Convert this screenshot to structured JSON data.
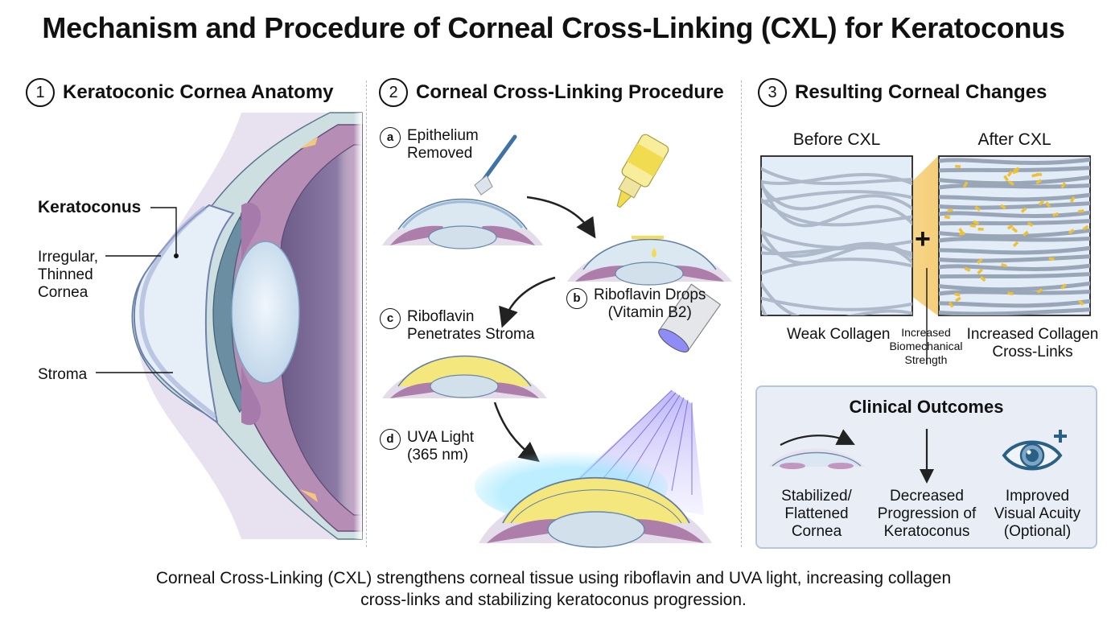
{
  "title": "Mechanism and Procedure of Corneal Cross-Linking (CXL) for Keratoconus",
  "sections": [
    {
      "number": "1",
      "title": "Keratoconic Cornea Anatomy",
      "labels": {
        "keratoconus": "Keratoconus",
        "thinned_line1": "Irregular,",
        "thinned_line2": "Thinned",
        "thinned_line3": "Cornea",
        "stroma": "Stroma"
      }
    },
    {
      "number": "2",
      "title": "Corneal Cross-Linking Procedure",
      "steps": [
        {
          "letter": "a",
          "line1": "Epithelium",
          "line2": "Removed"
        },
        {
          "letter": "b",
          "line1": "Riboflavin Drops",
          "line2": "(Vitamin B2)"
        },
        {
          "letter": "c",
          "line1": "Riboflavin",
          "line2": "Penetrates Stroma"
        },
        {
          "letter": "d",
          "line1": "UVA Light",
          "line2": "(365 nm)"
        }
      ]
    },
    {
      "number": "3",
      "title": "Resulting Corneal Changes",
      "before_label": "Before CXL",
      "after_label": "After CXL",
      "before_caption": "Weak Collagen",
      "after_caption_line1": "Increased Collagen",
      "after_caption_line2": "Cross-Links",
      "middle_caption_line1": "Increased",
      "middle_caption_line2": "Biomechanical",
      "middle_caption_line3": "Strength",
      "plus_symbol": "+"
    }
  ],
  "outcomes": {
    "title": "Clinical Outcomes",
    "items": [
      {
        "icon": "flattened-cornea-icon",
        "line1": "Stabilized/",
        "line2": "Flattened",
        "line3": "Cornea"
      },
      {
        "icon": "down-arrow-icon",
        "line1": "Decreased",
        "line2": "Progression of",
        "line3": "Keratoconus"
      },
      {
        "icon": "eye-plus-icon",
        "line1": "Improved",
        "line2": "Visual Acuity",
        "line3": "(Optional)"
      }
    ]
  },
  "caption_line1": "Corneal Cross-Linking (CXL) strengthens corneal tissue using riboflavin and UVA light, increasing collagen",
  "caption_line2": "cross-links and stabilizing keratoconus progression.",
  "colors": {
    "riboflavin_yellow": "#f2dc5a",
    "uva_violet": "#6b5ce0",
    "iris_blue": "#4d7a96",
    "sclera_purple": "#8e6f9e",
    "eye_icon_blue": "#2a5f86",
    "crosslink_gold": "#f0c02f"
  }
}
